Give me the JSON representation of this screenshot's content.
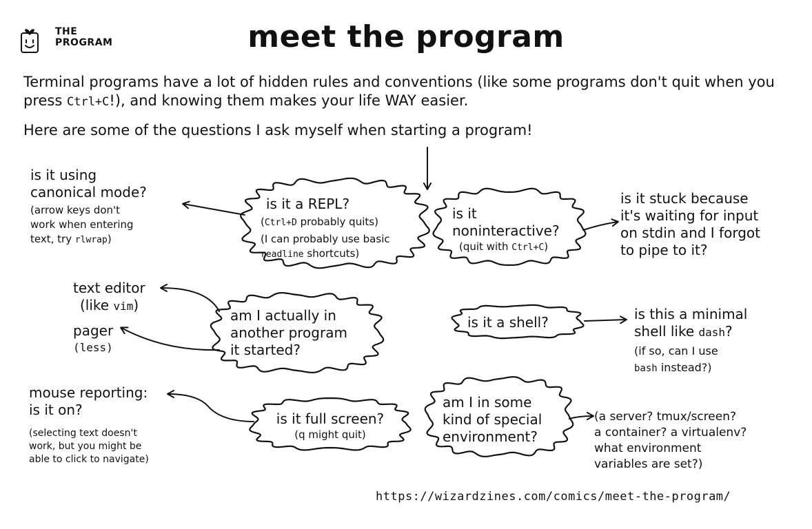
{
  "logo": {
    "line1": "THE",
    "line2": "PROGRAM"
  },
  "title": "meet the program",
  "intro": {
    "part1": "Terminal programs have a lot of hidden rules and conventions (like some programs don't quit when you press ",
    "ctrl_c": "Ctrl+C",
    "part2": "!), and knowing them makes your life WAY easier."
  },
  "lead": "Here are some of the questions I ask myself when starting a program!",
  "bubbles": {
    "repl": {
      "title": "is it a REPL?",
      "note1_code": "Ctrl+D",
      "note1_text": " probably quits)",
      "note2_text": "(I can probably use basic",
      "note2_code": "readline",
      "note2_tail": " shortcuts)"
    },
    "noninteractive": {
      "line1": "is it",
      "line2": "noninteractive?",
      "note_text": "(quit with ",
      "note_code": "Ctrl+C",
      "note_tail": ")"
    },
    "another_program": {
      "line1": "am I actually in",
      "line2": "another program",
      "line3": "it started?"
    },
    "shell": {
      "title": "is it a shell?"
    },
    "fullscreen": {
      "title": "is it full screen?",
      "note": "(q might quit)"
    },
    "special_env": {
      "line1": "am I in some",
      "line2": "kind of special",
      "line3": "environment?"
    }
  },
  "answers": {
    "canonical": {
      "line1": "is it using",
      "line2": "canonical mode?",
      "note_line1": "(arrow keys don't",
      "note_line2": "work when entering",
      "note_line3_text": "text, try ",
      "note_line3_code": "rlwrap",
      "note_line3_tail": ")"
    },
    "stdin": {
      "line1": "is it stuck because",
      "line2": "it's waiting for input",
      "line3": "on stdin and I forgot",
      "line4": "to pipe to it?"
    },
    "text_editor": {
      "line1": "text editor",
      "line2_text": "(like ",
      "line2_code": "vim",
      "line2_tail": ")"
    },
    "pager": {
      "line1": "pager",
      "line2": "(less)"
    },
    "minimal_shell": {
      "line1": "is this a minimal",
      "line2_text": "shell like ",
      "line2_code": "dash",
      "line2_tail": "?",
      "note_line1": "(if so, can I use",
      "note_line2_code": "bash",
      "note_line2_tail": " instead?)"
    },
    "mouse": {
      "line1": "mouse reporting:",
      "line2": "is it on?",
      "note_line1": "(selecting text doesn't",
      "note_line2": "work, but you might be",
      "note_line3": "able to click to navigate)"
    },
    "environment": {
      "line1": "(a server? tmux/screen?",
      "line2": "a container? a virtualenv?",
      "line3": "what environment",
      "line4": "variables are set?)"
    }
  },
  "url": "https://wizardzines.com/comics/meet-the-program/"
}
